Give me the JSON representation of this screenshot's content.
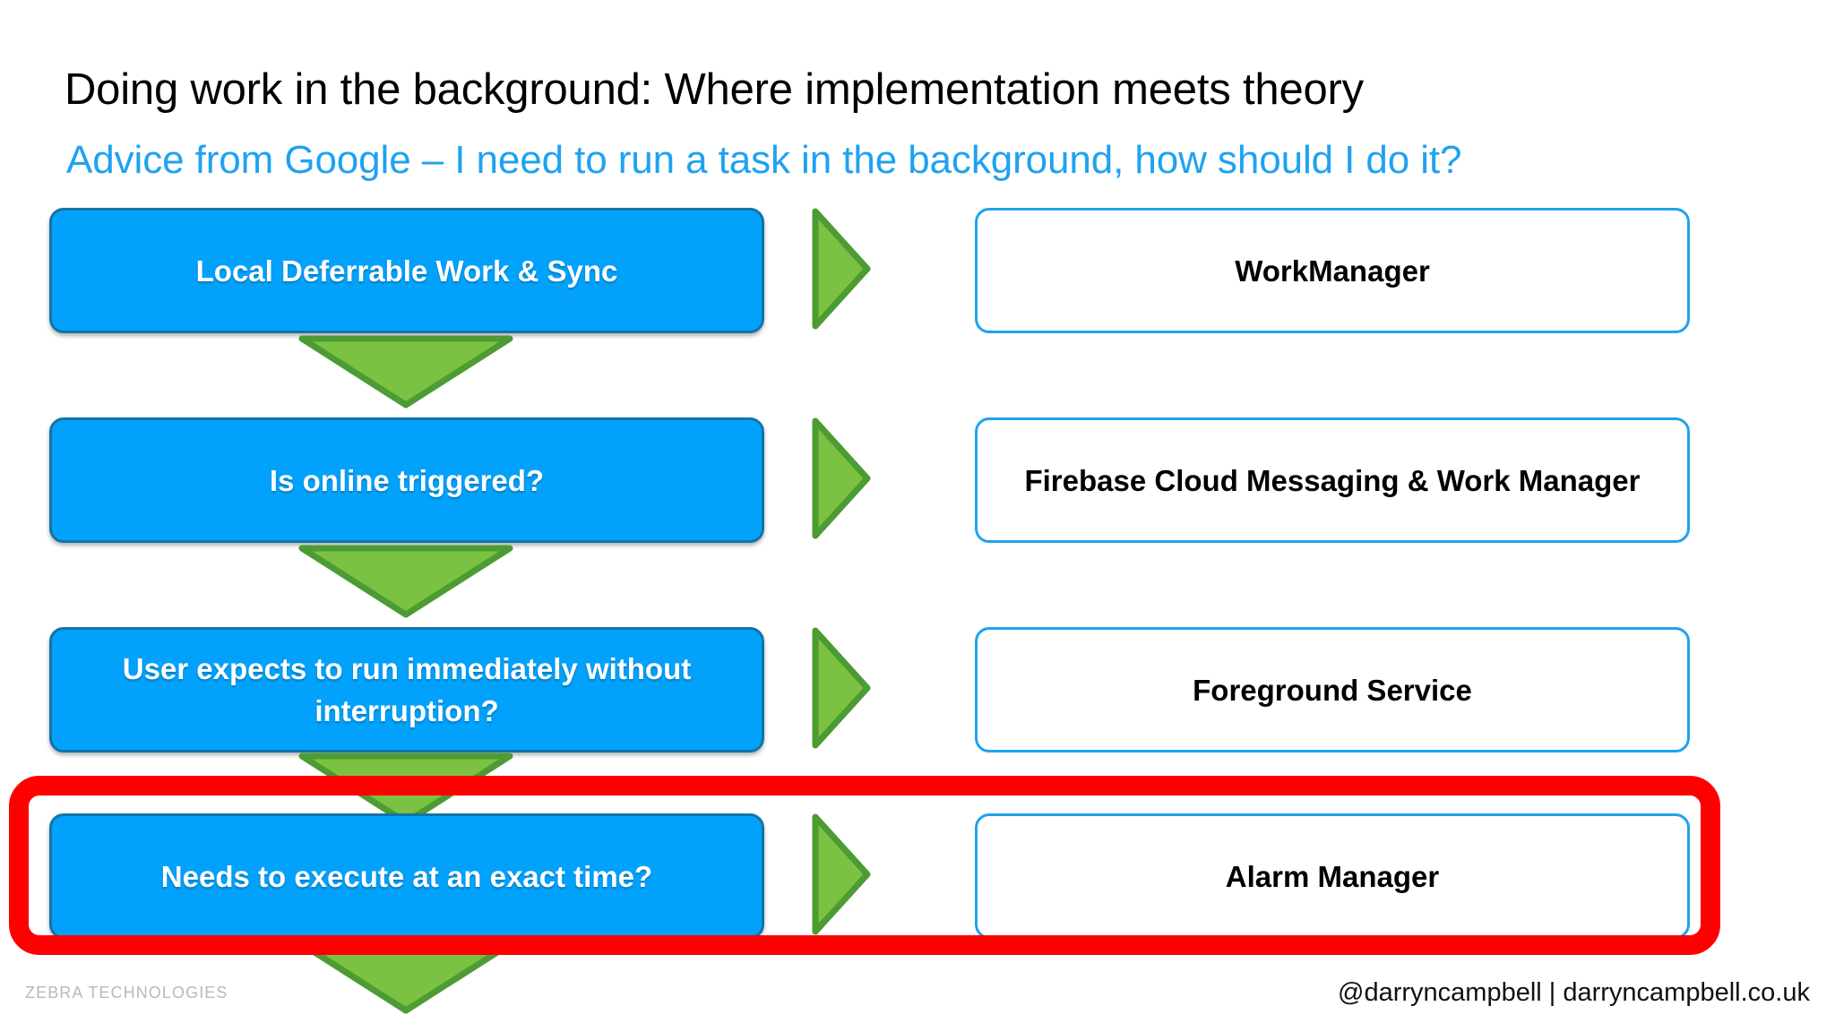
{
  "slide": {
    "title": "Doing work in the background: Where implementation meets theory",
    "subtitle": "Advice from Google – I need to run a task in the background, how should I do it?"
  },
  "colors": {
    "question_fill": "#02A2FC",
    "question_border": "#1274A8",
    "answer_border": "#1FA2F0",
    "arrow_fill": "#7CC242",
    "arrow_border": "#4D9B33",
    "highlight": "#FF0000",
    "subtitle_text": "#1FA2F0"
  },
  "flow": {
    "rows": [
      {
        "question": "Local Deferrable Work & Sync",
        "answer": "WorkManager",
        "connector_right": "green-right-triangle",
        "connector_down": "green-down-triangle",
        "highlighted": false
      },
      {
        "question": "Is online triggered?",
        "answer": "Firebase Cloud Messaging & Work Manager",
        "connector_right": "green-right-triangle",
        "connector_down": "green-down-triangle",
        "highlighted": false
      },
      {
        "question": "User expects to run immediately without interruption?",
        "answer": "Foreground Service",
        "connector_right": "green-right-triangle",
        "connector_down": "green-down-triangle",
        "highlighted": false
      },
      {
        "question": "Needs to execute at an exact time?",
        "answer": "Alarm Manager",
        "connector_right": "green-right-triangle",
        "connector_down": "green-down-triangle",
        "highlighted": true
      }
    ]
  },
  "footer": {
    "left": "ZEBRA TECHNOLOGIES",
    "right": "@darryncampbell | darryncampbell.co.uk"
  }
}
